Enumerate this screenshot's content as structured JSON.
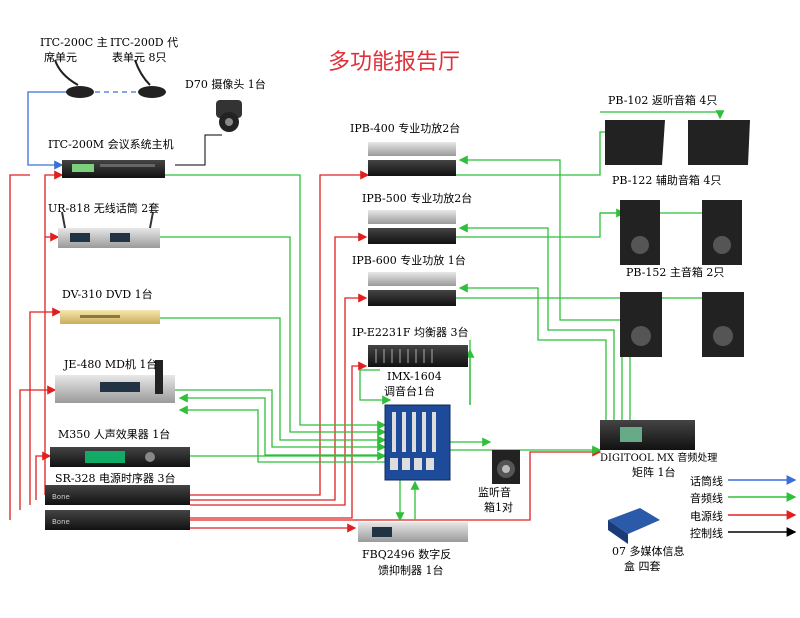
{
  "title": "多功能报告厅",
  "labels": {
    "itc200c_a": "ITC-200C 主",
    "itc200c_b": "席单元",
    "itc200d_a": "ITC-200D 代",
    "itc200d_b": "表单元 8只",
    "d70": "D70 摄像头 1台",
    "itc200m": "ITC-200M 会议系统主机",
    "ur818": "UR-818 无线话筒 2套",
    "dv310": "DV-310 DVD 1台",
    "je480": "JE-480 MD机 1台",
    "m350": "M350 人声效果器 1台",
    "sr328": "SR-328 电源时序器 3台",
    "ipb400": "IPB-400 专业功放2台",
    "ipb500": "IPB-500 专业功放2台",
    "ipb600": "IPB-600 专业功放 1台",
    "ipe2231f": "IP-E2231F 均衡器 3台",
    "imx1604_a": "IMX-1604",
    "imx1604_b": "调音台1台",
    "pb102": "PB-102 返听音箱 4只",
    "pb122": "PB-122 辅助音箱 4只",
    "pb152": "PB-152 主音箱 2只",
    "digitool_a": "DIGITOOL MX 音频处理",
    "digitool_b": "矩阵 1台",
    "monitor_a": "监听音",
    "monitor_b": "箱1对",
    "fbq_a": "FBQ2496 数字反",
    "fbq_b": "馈抑制器 1台",
    "media_a": "07 多媒体信息",
    "media_b": "盒 四套"
  },
  "legend": [
    {
      "label": "话筒线",
      "color": "#3a6fd8"
    },
    {
      "label": "音频线",
      "color": "#2fbf3a"
    },
    {
      "label": "电源线",
      "color": "#e02020"
    },
    {
      "label": "控制线",
      "color": "#000000"
    }
  ],
  "colors": {
    "title": "#e0303a",
    "audio": "#2fbf3a",
    "power": "#e02020",
    "mic": "#3a6fd8",
    "control": "#000000"
  }
}
